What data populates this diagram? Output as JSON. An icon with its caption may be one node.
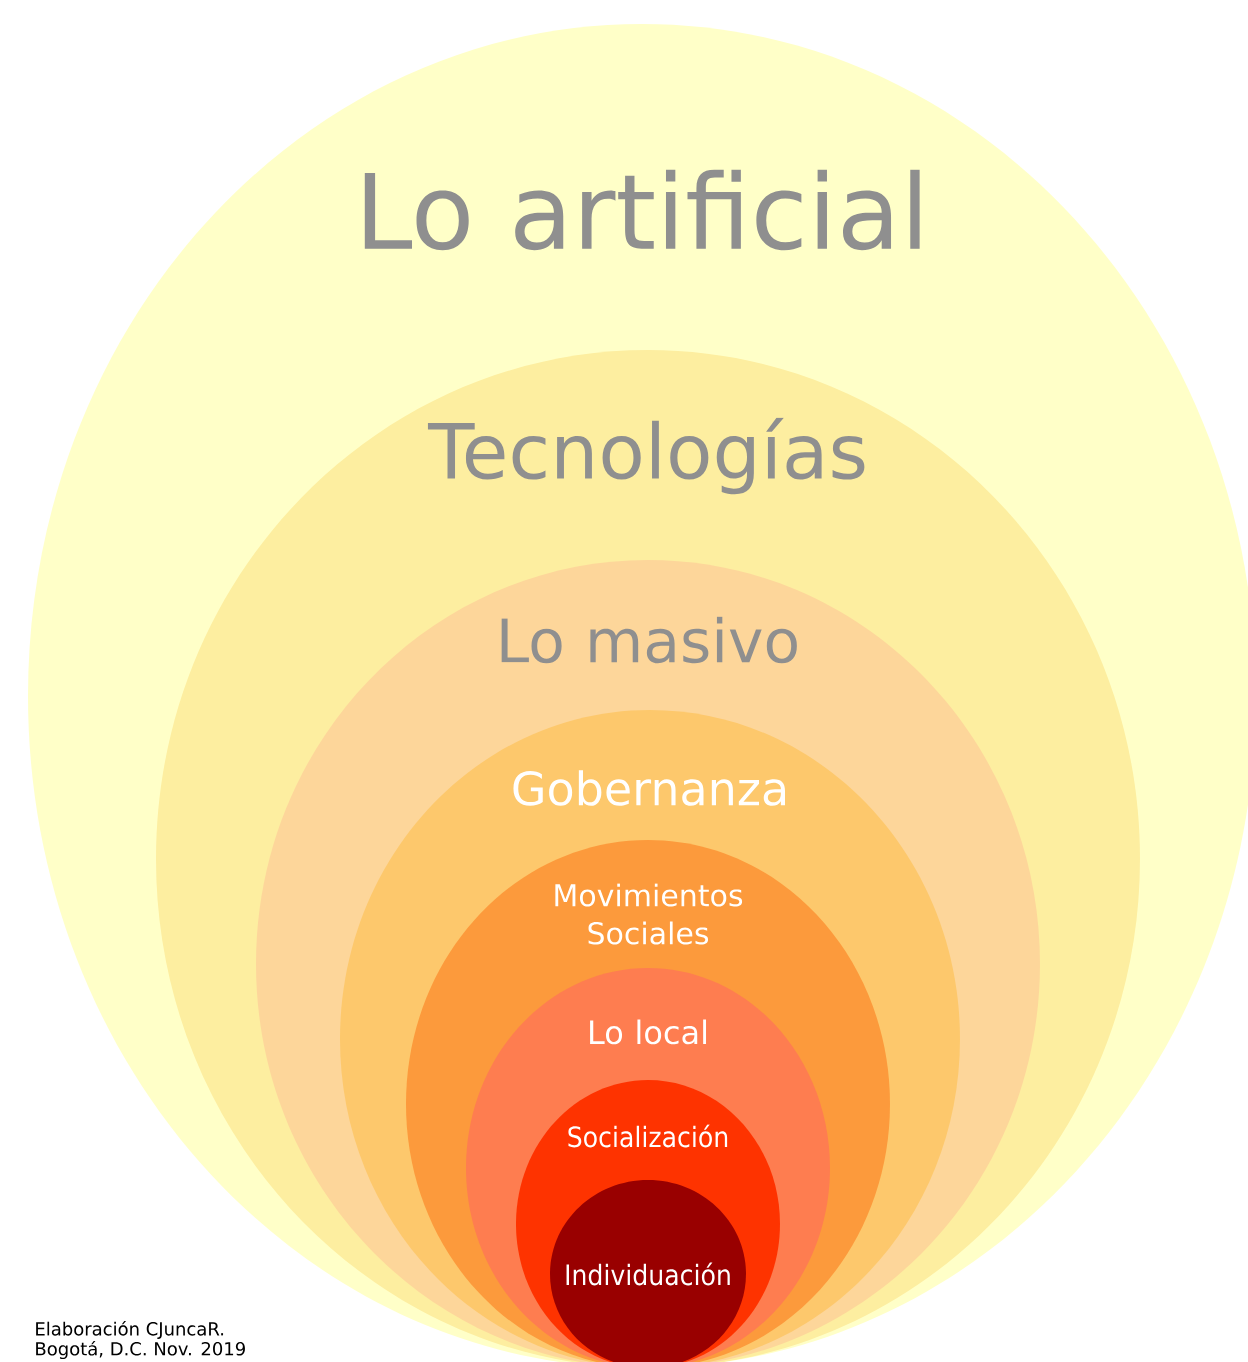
{
  "diagram": {
    "nodes": [
      {
        "text": [
          "Lo artificial"
        ]
      },
      {
        "text": [
          "Tecnologías"
        ],
        "in": 0
      },
      {
        "text": [
          "Lo masivo"
        ],
        "in": 1
      },
      {
        "text": [
          "Gobernanza"
        ],
        "in": 2
      },
      {
        "text": [
          "Movimientos Sociales"
        ],
        "in": 3
      },
      {
        "text": [
          "Lo local"
        ],
        "in": 4
      },
      {
        "text": [
          "Socialización"
        ],
        "in": 5
      },
      {
        "text": [
          "Individuación"
        ],
        "in": 6
      }
    ],
    "labels": [
      "Elaboración CJuncaR.",
      "Bogotá, D.C. Nov. 2019"
    ]
  }
}
